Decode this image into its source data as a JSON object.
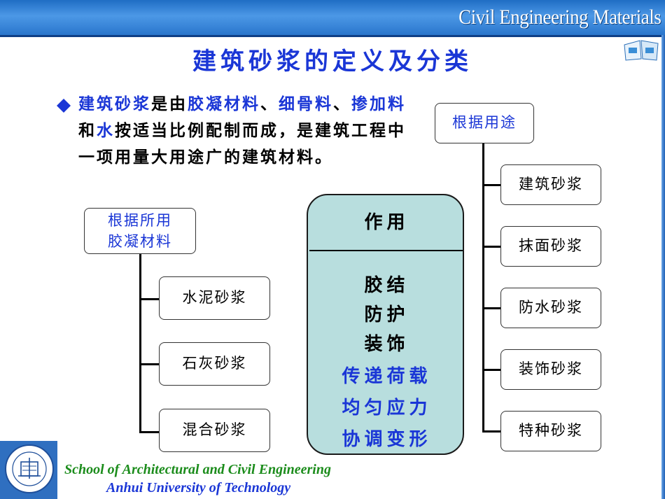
{
  "header": {
    "brand": "Civil Engineering Materials"
  },
  "title": "建筑砂浆的定义及分类",
  "intro": {
    "s1": "建筑砂浆",
    "s2": "是由",
    "s3": "胶凝材料",
    "s4": "、",
    "s5": "细骨料",
    "s6": "、",
    "s7": "掺加料",
    "s8": "和",
    "s9": "水",
    "s10": "按适当比例配制而成，是建筑工程中一项用量大用途广的建筑材料。"
  },
  "left": {
    "root_line1": "根据所用",
    "root_line2": "胶凝材料",
    "items": [
      "水泥砂浆",
      "石灰砂浆",
      "混合砂浆"
    ]
  },
  "right": {
    "root": "根据用途",
    "items": [
      "建筑砂浆",
      "抹面砂浆",
      "防水砂浆",
      "装饰砂浆",
      "特种砂浆"
    ]
  },
  "center": {
    "heading": "作用",
    "roles_black": [
      "胶结",
      "防护",
      "装饰"
    ],
    "roles_blue": [
      "传递荷载",
      "均匀应力",
      "协调变形"
    ]
  },
  "footer": {
    "school": "School of Architectural and Civil Engineering",
    "university": "Anhui University of Technology"
  },
  "colors": {
    "accent_blue": "#1a36d6",
    "panel": "#b8dede",
    "footer_green": "#1b8c1b",
    "band": "#2f6fc0"
  }
}
